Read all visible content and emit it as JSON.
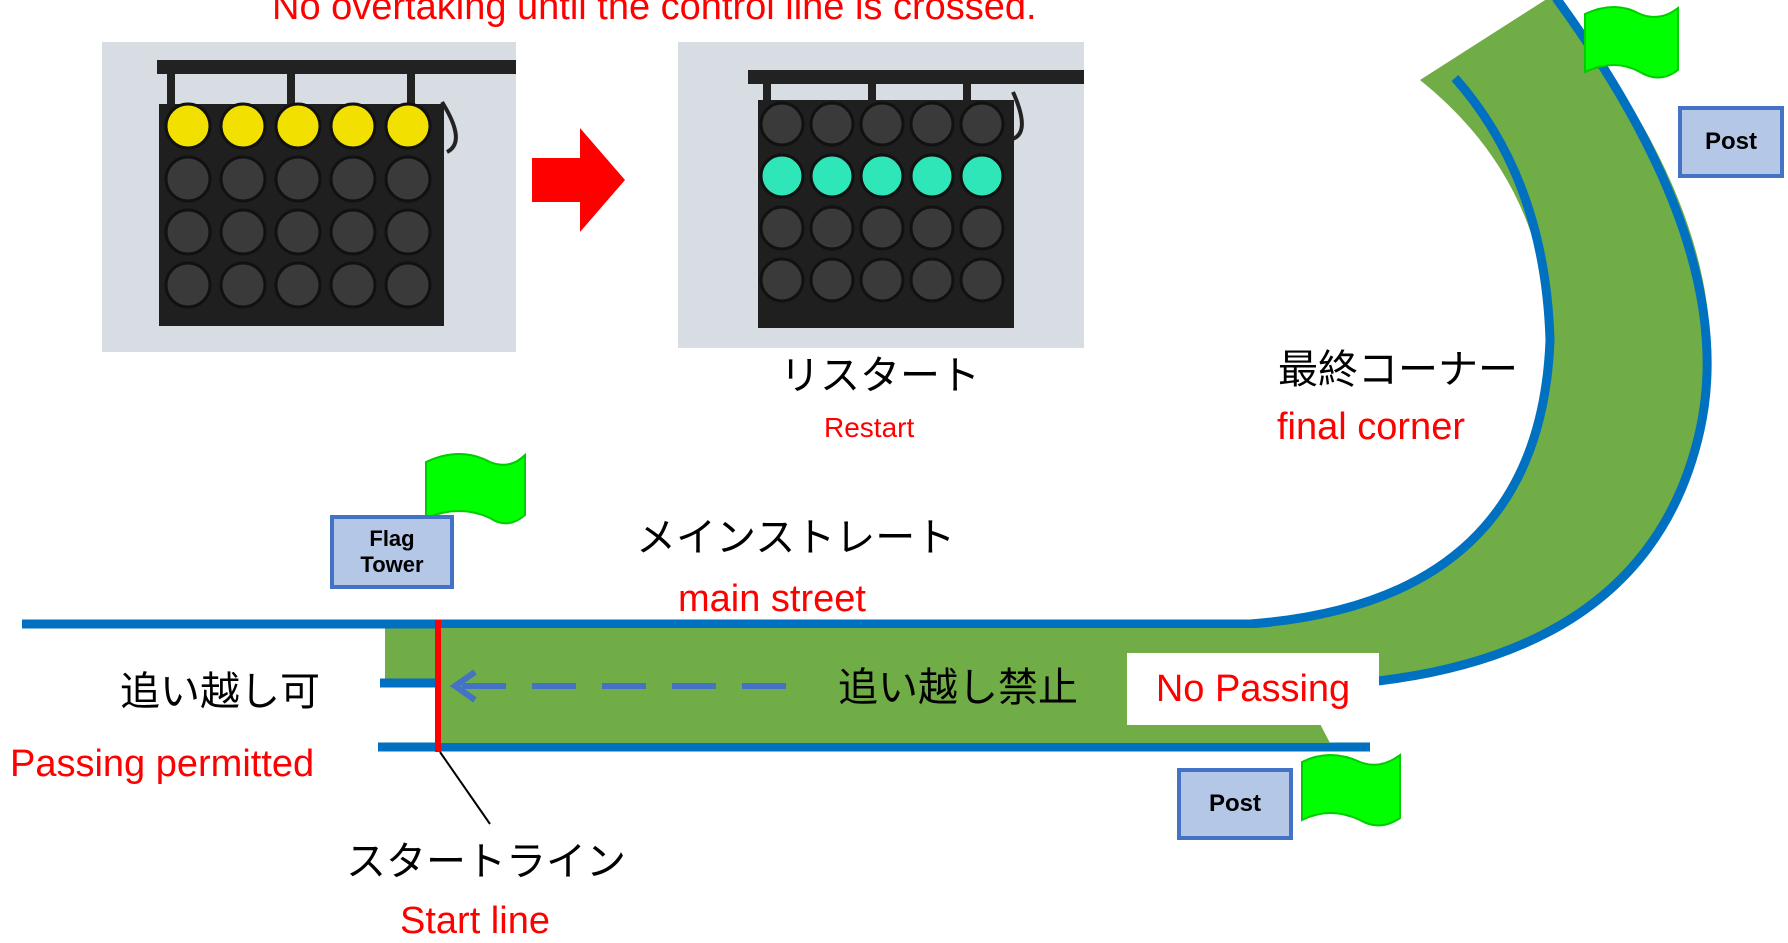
{
  "heading": "No overtaking until the control line is crossed.",
  "restart": {
    "jp": "リスタート",
    "en": "Restart"
  },
  "final_corner": {
    "jp": "最終コーナー",
    "en": "final corner"
  },
  "main_street": {
    "jp": "メインストレート",
    "en": "main street"
  },
  "passing_permitted": {
    "jp": "追い越し可",
    "en": "Passing permitted"
  },
  "no_passing": {
    "jp": "追い越し禁止",
    "en": "No Passing"
  },
  "start_line": {
    "jp": "スタートライン",
    "en": "Start line"
  },
  "flag_tower": {
    "line1": "Flag",
    "line2": "Tower"
  },
  "post_top": "Post",
  "post_bottom": "Post",
  "colors": {
    "track_fill": "#70ad47",
    "track_edge": "#0070c0",
    "flag": "#00ff00",
    "start_line": "#ff0000",
    "arrow": "#4472c4",
    "label_red": "#ff0000",
    "yellow_lamp": "#f2e000",
    "green_lamp": "#2ee6b8"
  },
  "signal_panels": [
    {
      "name": "yellow-lamps-panel",
      "lit_row": 1,
      "lamp_color": "yellow"
    },
    {
      "name": "green-lamps-panel",
      "lit_row": 2,
      "lamp_color": "green"
    }
  ]
}
